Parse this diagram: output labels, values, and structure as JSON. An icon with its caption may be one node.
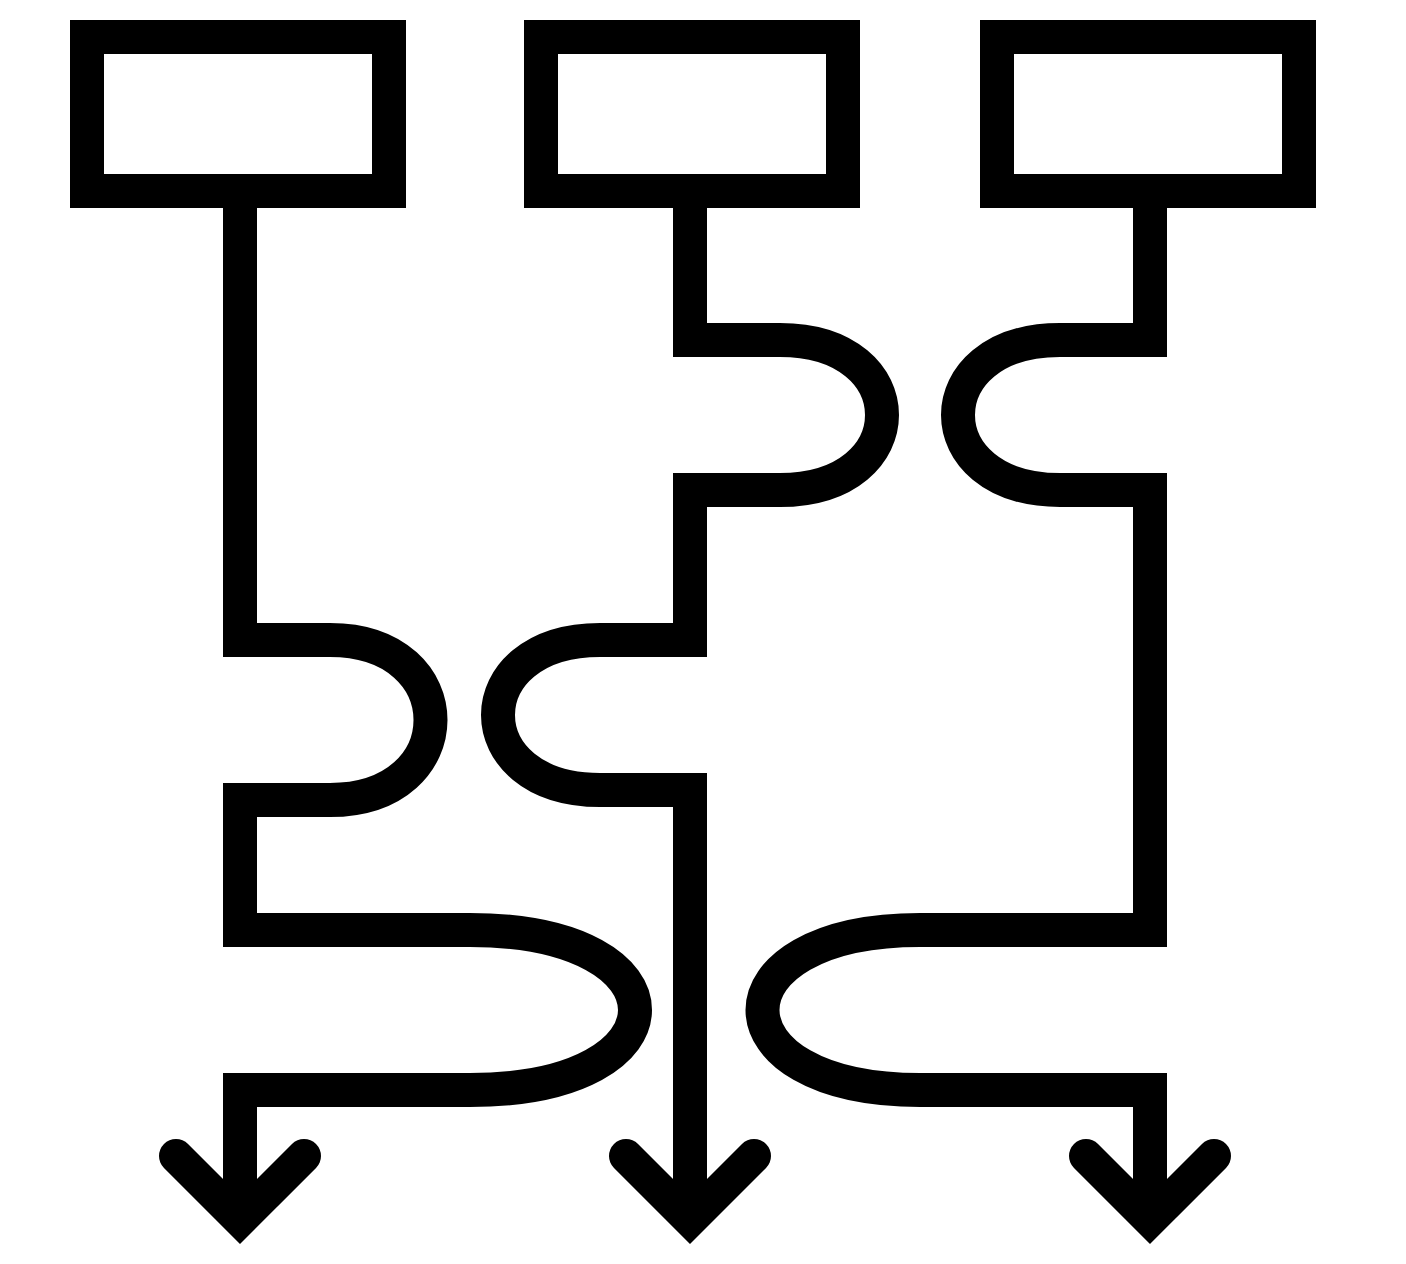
{
  "diagram": {
    "nodes": [
      {
        "text": [],
        "shape": "box"
      },
      {
        "text": [],
        "shape": "box"
      },
      {
        "text": [],
        "shape": "box"
      }
    ],
    "edges": [
      {
        "from": 0,
        "to": null,
        "arrow": "to"
      },
      {
        "from": 1,
        "to": null,
        "arrow": "to"
      },
      {
        "from": 2,
        "to": null,
        "arrow": "to"
      }
    ]
  }
}
